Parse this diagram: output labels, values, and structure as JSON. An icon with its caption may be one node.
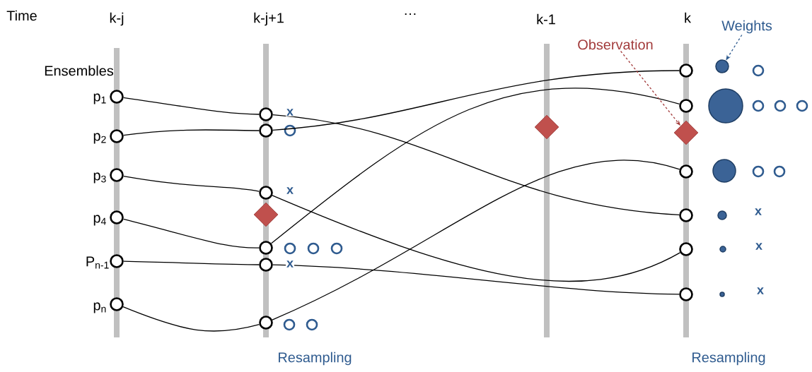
{
  "diagram": {
    "nodes": [
      {
        "text": [],
        "shape": "circle"
      },
      {
        "text": [],
        "shape": "circle"
      },
      {
        "text": [],
        "shape": "circle"
      },
      {
        "text": [],
        "shape": "circle"
      },
      {
        "text": [],
        "shape": "circle"
      },
      {
        "text": [],
        "shape": "circle"
      },
      {
        "text": [],
        "shape": "circle"
      },
      {
        "text": [],
        "shape": "circle"
      },
      {
        "text": [],
        "shape": "circle"
      },
      {
        "text": [],
        "shape": "circle"
      },
      {
        "text": [],
        "shape": "circle"
      },
      {
        "text": [],
        "shape": "circle"
      },
      {
        "text": [],
        "shape": "circle"
      },
      {
        "text": [],
        "shape": "circle"
      },
      {
        "text": [],
        "shape": "circle"
      },
      {
        "text": [],
        "shape": "circle"
      },
      {
        "text": [],
        "shape": "circle"
      },
      {
        "text": [],
        "shape": "circle"
      },
      {
        "text": [],
        "shape": "diamond"
      },
      {
        "text": [],
        "shape": "diamond"
      },
      {
        "text": [],
        "shape": "diamond"
      },
      {
        "text": [
          "Weights"
        ]
      },
      {
        "text": [
          "Observation"
        ]
      },
      {
        "text": [],
        "shape": "circle"
      }
    ],
    "edges": [
      {
        "from": 0,
        "to": 6,
        "arrow": "none"
      },
      {
        "from": 1,
        "to": 7,
        "arrow": "none"
      },
      {
        "from": 2,
        "to": 8,
        "arrow": "none"
      },
      {
        "from": 3,
        "to": 9,
        "arrow": "none"
      },
      {
        "from": 4,
        "to": 10,
        "arrow": "none"
      },
      {
        "from": 5,
        "to": 11,
        "arrow": "none"
      },
      {
        "from": 6,
        "to": 15,
        "arrow": "none"
      },
      {
        "from": 7,
        "to": 12,
        "arrow": "none"
      },
      {
        "from": 8,
        "to": 16,
        "arrow": "none"
      },
      {
        "from": 9,
        "to": 13,
        "arrow": "none"
      },
      {
        "from": 10,
        "to": 17,
        "arrow": "none"
      },
      {
        "from": 11,
        "to": 14,
        "arrow": "none"
      },
      {
        "from": 21,
        "to": 23,
        "arrow": "to",
        "style": "dashed",
        "color": "#2f5b8f"
      },
      {
        "from": 22,
        "to": 20,
        "arrow": "to",
        "style": "dashed",
        "color": "#a23b3b"
      }
    ],
    "labels": [
      "Time",
      "k-j",
      "k-j+1",
      "…",
      "k-1",
      "k",
      "Ensembles",
      "p$_{1}$",
      "x",
      "p$_{2}$",
      "p$_{3}$",
      "x",
      "p$_{4}$",
      "x",
      "P$_{n-1}$",
      "x",
      "x",
      "x",
      "p$_{n}$",
      "Resampling",
      "Resampling"
    ]
  }
}
